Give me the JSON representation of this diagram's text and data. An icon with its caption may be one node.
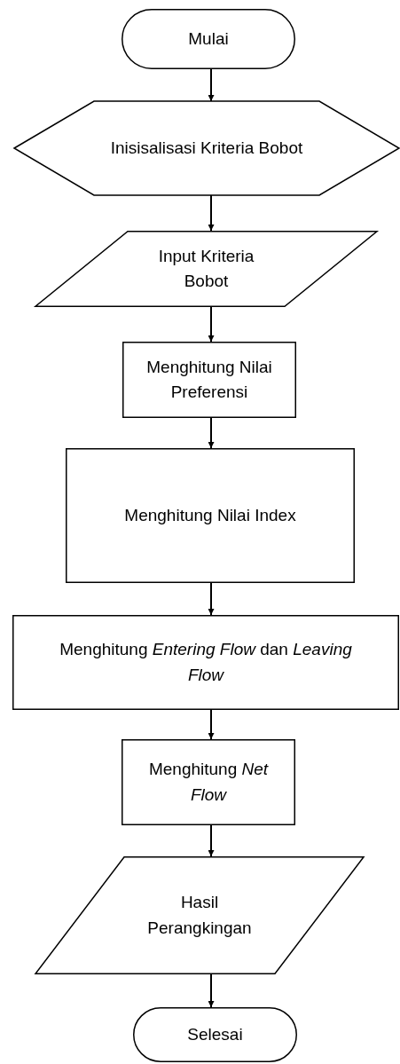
{
  "diagram": {
    "nodes": [
      {
        "text": [
          "Mulai"
        ]
      },
      {
        "text": [
          "Inisisalisasi Kriteria Bobot"
        ]
      },
      {
        "text": [
          "Input Kriteria Bobot"
        ]
      },
      {
        "text": [
          "Menghitung Nilai Preferensi"
        ]
      },
      {
        "text": [
          "Menghitung Nilai Index"
        ]
      },
      {
        "text": [
          "Menghitung *Entering Flow* dan *Leaving Flow*"
        ]
      },
      {
        "text": [
          "Menghitung *Net Flow*"
        ]
      },
      {
        "text": [
          "Hasil Perangkingan"
        ]
      },
      {
        "text": [
          "Selesai"
        ]
      }
    ],
    "edges": [
      {
        "from": 0,
        "to": 1,
        "arrow": "to"
      },
      {
        "from": 1,
        "to": 2,
        "arrow": "to"
      },
      {
        "from": 2,
        "to": 3,
        "arrow": "to"
      },
      {
        "from": 3,
        "to": 4,
        "arrow": "to"
      },
      {
        "from": 4,
        "to": 5,
        "arrow": "to"
      },
      {
        "from": 5,
        "to": 6,
        "arrow": "to"
      },
      {
        "from": 6,
        "to": 7,
        "arrow": "to"
      },
      {
        "from": 7,
        "to": 8,
        "arrow": "to"
      }
    ]
  }
}
